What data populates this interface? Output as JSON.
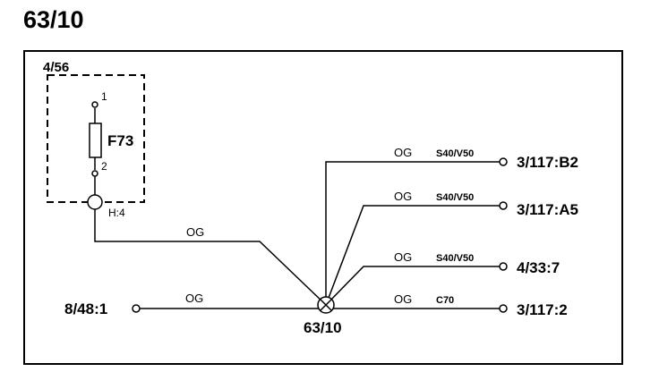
{
  "title": "63/10",
  "module": {
    "label": "4/56"
  },
  "fuse": {
    "label": "F73",
    "pin_top": "1",
    "pin_bottom": "2"
  },
  "junction_top": {
    "label": "H:4"
  },
  "splice": {
    "label": "63/10"
  },
  "left_connector": {
    "label": "8/48:1",
    "wire_color": "OG"
  },
  "feed_wire": {
    "wire_color": "OG"
  },
  "branches": [
    {
      "id": "b2",
      "wire_color": "OG",
      "variant": "S40/V50",
      "target": "3/117:B2"
    },
    {
      "id": "a5",
      "wire_color": "OG",
      "variant": "S40/V50",
      "target": "3/117:A5"
    },
    {
      "id": "t7",
      "wire_color": "OG",
      "variant": "S40/V50",
      "target": "4/33:7"
    },
    {
      "id": "t2",
      "wire_color": "OG",
      "variant": "C70",
      "target": "3/117:2"
    }
  ],
  "colors": {
    "line": "#000000",
    "background": "#ffffff"
  }
}
